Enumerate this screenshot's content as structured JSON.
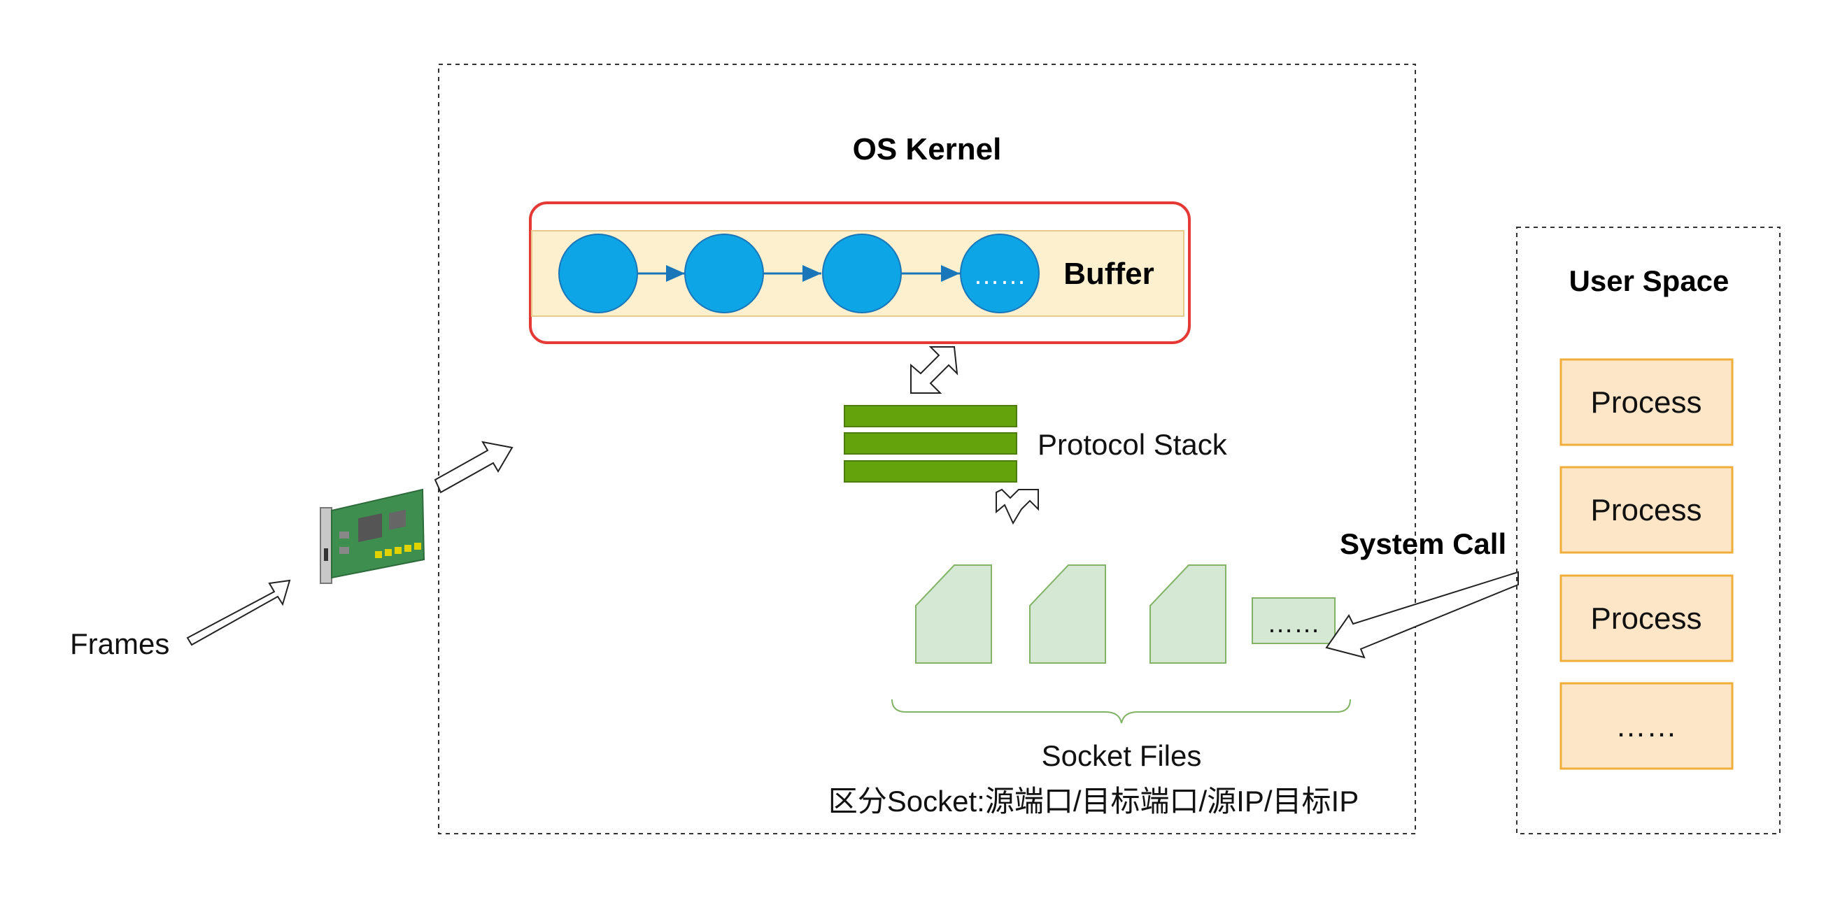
{
  "kernel": {
    "title": "OS Kernel",
    "buffer": {
      "label": "Buffer",
      "nodes": [
        "",
        "",
        "",
        "……"
      ]
    },
    "protocol_stack_label": "Protocol Stack",
    "socket_files": {
      "items": [
        "",
        "",
        "",
        "……"
      ],
      "label": "Socket Files",
      "note": "区分Socket:源端口/目标端口/源IP/目标IP"
    }
  },
  "frames_label": "Frames",
  "system_call_label": "System Call",
  "user_space": {
    "title": "User Space",
    "processes": [
      "Process",
      "Process",
      "Process",
      "……"
    ]
  },
  "colors": {
    "buffer_border": "#e53935",
    "buffer_fill": "#fdf0cf",
    "node_fill": "#0ea5e6",
    "node_stroke": "#1976b8",
    "stack_fill": "#65a30d",
    "stack_stroke": "#4d7c0f",
    "socket_fill": "#d5e8d4",
    "socket_stroke": "#82b366",
    "process_fill": "#fde6c8",
    "process_stroke": "#f0ad3a"
  },
  "icons": {
    "nic": "network-interface-card-icon"
  }
}
